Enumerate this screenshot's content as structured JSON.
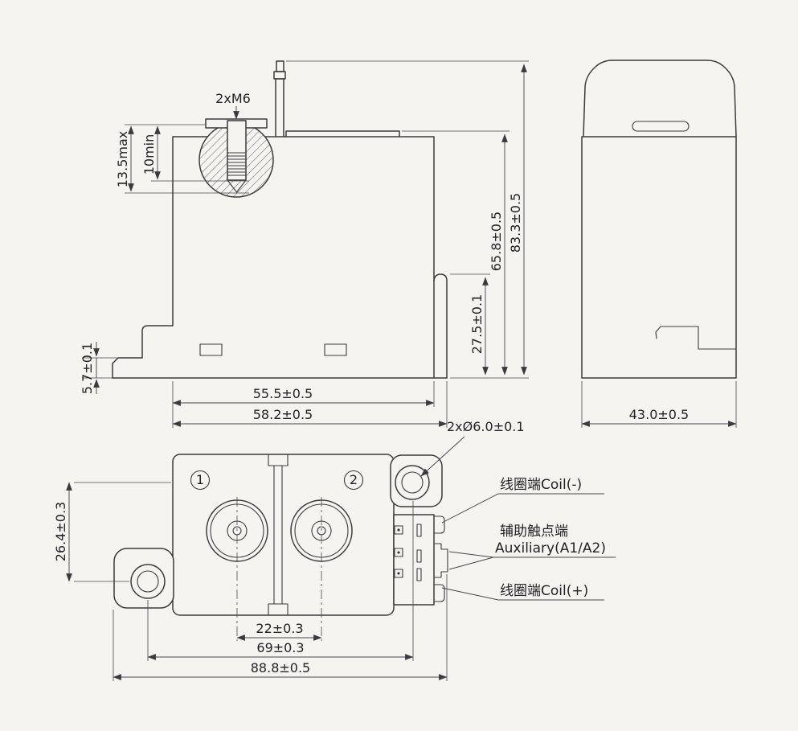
{
  "drawing": {
    "background": "#f6f4f1",
    "line_color": "#3b3b3d",
    "views": {
      "front": {
        "dims": {
          "thread_callout": "2xM6",
          "thread_depth_max": "13.5max",
          "thread_depth_min": "10min",
          "total_height": "83.3±0.5",
          "body_height": "65.8±0.5",
          "step_height": "27.5±0.1",
          "base_thickness": "5.7±0.1",
          "body_width": "55.5±0.5",
          "overall_width": "58.2±0.5"
        }
      },
      "side": {
        "dims": {
          "depth": "43.0±0.5"
        }
      },
      "bottom": {
        "dims": {
          "mount_hole_callout": "2xØ6.0±0.1",
          "hole_offset": "26.4±0.3",
          "contact_pitch": "22±0.3",
          "mount_hole_span": "69±0.3",
          "overall_width": "88.8±0.5"
        },
        "terminal_markers": {
          "one": "1",
          "two": "2"
        },
        "callouts": {
          "coil_negative": "线圈端Coil(-)",
          "auxiliary_cn": "辅助触点端",
          "auxiliary_en": "Auxiliary(A1/A2)",
          "coil_positive": "线圈端Coil(+)"
        }
      }
    }
  }
}
